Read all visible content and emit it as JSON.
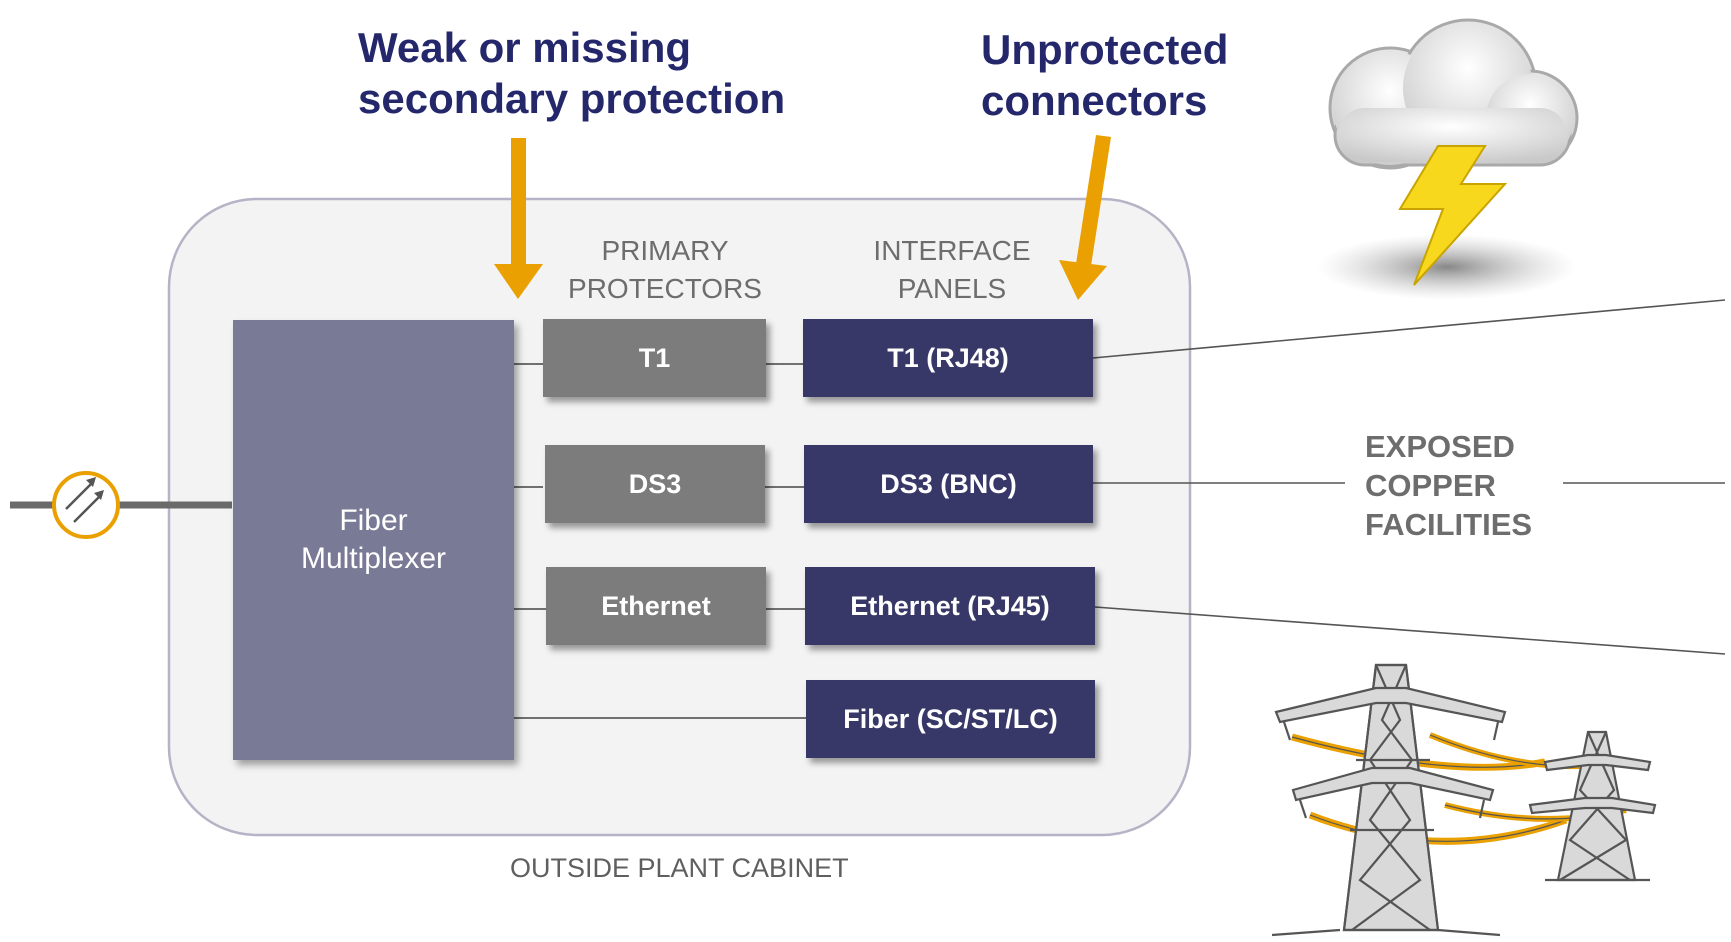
{
  "callouts": {
    "secondary_protection": "Weak or missing\nsecondary protection",
    "unprotected_connectors": "Unprotected\nconnectors"
  },
  "headers": {
    "primary_protectors": "PRIMARY\nPROTECTORS",
    "interface_panels": "INTERFACE\nPANELS"
  },
  "fiber_multiplexer": "Fiber\nMultiplexer",
  "primary_protectors": [
    "T1",
    "DS3",
    "Ethernet"
  ],
  "interface_panels": [
    "T1 (RJ48)",
    "DS3 (BNC)",
    "Ethernet (RJ45)",
    "Fiber (SC/ST/LC)"
  ],
  "exposed_copper_label": "EXPOSED\nCOPPER\nFACILITIES",
  "cabinet_label": "OUTSIDE PLANT CABINET",
  "icons": [
    "optical-connector-icon",
    "storm-cloud-icon",
    "lightning-bolt-icon",
    "power-tower-icon"
  ],
  "colors": {
    "callout_text": "#24286b",
    "arrow": "#e9a000",
    "protector_box": "#7c7c7c",
    "interface_box": "#373867",
    "multiplexer": "#797a96",
    "cabinet_fill": "#f3f3f3"
  }
}
